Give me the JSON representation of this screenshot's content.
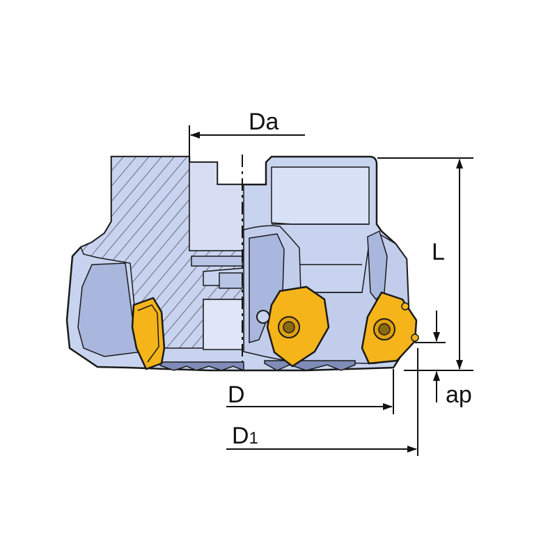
{
  "labels": {
    "da": "Da",
    "l": "L",
    "d": "D",
    "d1_main": "D",
    "d1_sub": "1",
    "ap": "ap"
  },
  "colors": {
    "body": "#c8d3ef",
    "body_light": "#dfe6f7",
    "body_dark": "#9aa8d2",
    "hatch": "#6a6a7a",
    "insert": "#f4b41a",
    "insert_dark": "#b77e00",
    "outline": "#1a1a1a"
  }
}
